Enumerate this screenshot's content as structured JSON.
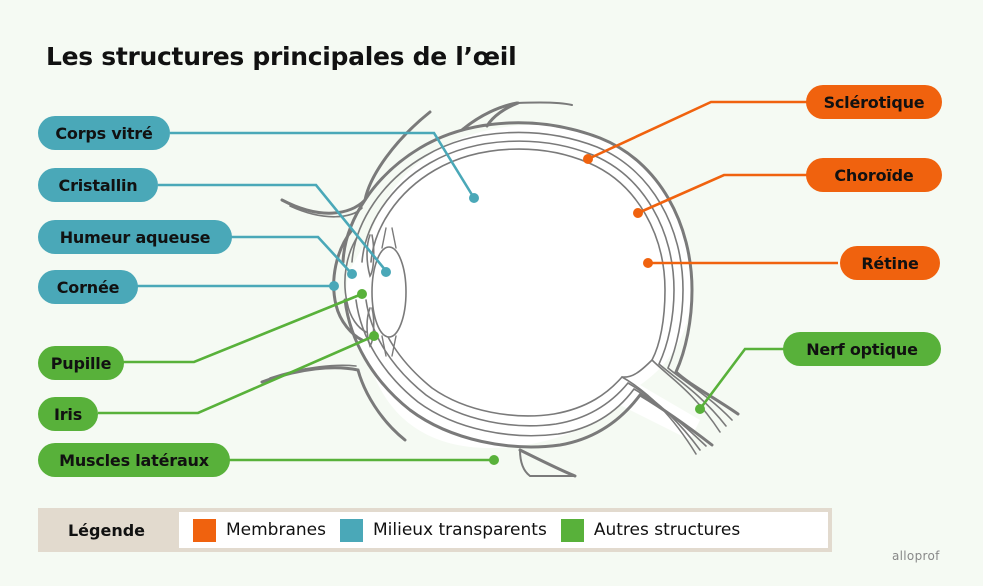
{
  "title": "Les structures principales de l’œil",
  "colors": {
    "membranes": "#f0620e",
    "transparent": "#4aa8b8",
    "other": "#58b13a",
    "outline": "#7a7a7a",
    "background": "#f5faf3"
  },
  "labels": {
    "corps_vitre": "Corps vitré",
    "cristallin": "Cristallin",
    "humeur_aqueuse": "Humeur aqueuse",
    "cornee": "Cornée",
    "pupille": "Pupille",
    "iris": "Iris",
    "muscles_lateraux": "Muscles latéraux",
    "sclerotique": "Sclérotique",
    "choroide": "Choroïde",
    "retine": "Rétine",
    "nerf_optique": "Nerf optique"
  },
  "legend": {
    "title": "Légende",
    "items": [
      {
        "label": "Membranes",
        "category": "membranes"
      },
      {
        "label": "Milieux transparents",
        "category": "transparent"
      },
      {
        "label": "Autres structures",
        "category": "other"
      }
    ]
  },
  "brand": "alloprof"
}
